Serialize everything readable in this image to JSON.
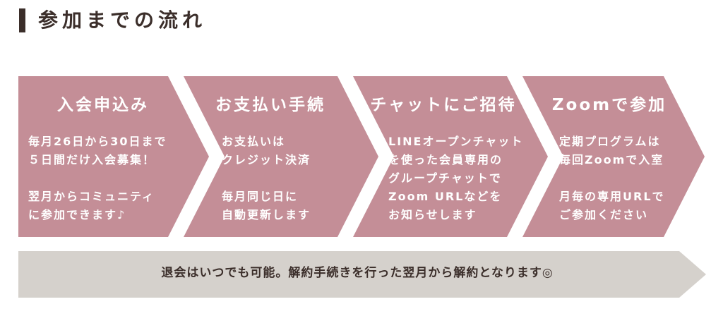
{
  "header": {
    "title": "参加までの流れ"
  },
  "colors": {
    "step_fill": "#c48e97",
    "banner_fill": "#d5d1cc",
    "title_text": "#3b2e2a",
    "step_text": "#ffffff"
  },
  "steps": [
    {
      "title": "入会申込み",
      "lines": [
        "毎月26日から30日まで",
        "５日間だけ入会募集！",
        "",
        "翌月からコミュニティ",
        "に参加できます♪"
      ]
    },
    {
      "title": "お支払い手続",
      "lines": [
        "お支払いは",
        "クレジット決済",
        "",
        "毎月同じ日に",
        "自動更新します"
      ]
    },
    {
      "title": "チャットにご招待",
      "lines": [
        "LINEオープンチャット",
        "を使った会員専用の",
        "グループチャットで",
        "Zoom URLなどを",
        "お知らせします"
      ]
    },
    {
      "title": "Zoomで参加",
      "lines": [
        "定期プログラムは",
        "毎回Zoomで入室",
        "",
        "月毎の専用URLで",
        "ご参加ください"
      ]
    }
  ],
  "footer": {
    "note": "退会はいつでも可能。解約手続きを行った翌月から解約となります◎"
  }
}
